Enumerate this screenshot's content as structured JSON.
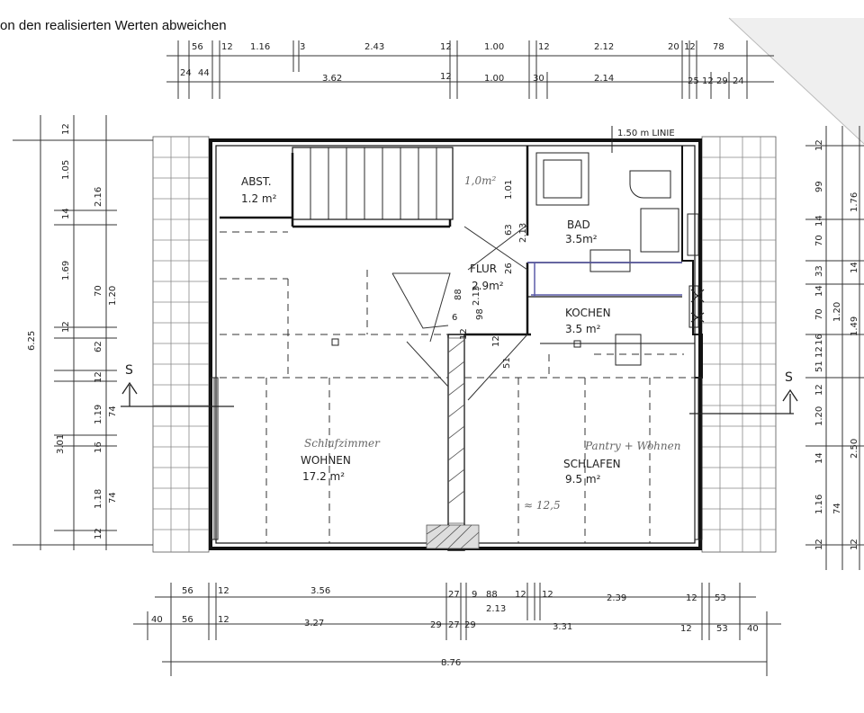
{
  "caption": "on den realisierten Werten abweichen",
  "note_line": "1.50 m LINIE",
  "section_mark": "S",
  "rooms": {
    "abst": {
      "name": "ABST.",
      "area": "1.2 m²"
    },
    "bad": {
      "name": "BAD",
      "area": "3.5m²"
    },
    "flur": {
      "name": "FLUR",
      "area": "2.9m²"
    },
    "kochen": {
      "name": "KOCHEN",
      "area": "3.5 m²"
    },
    "wohnen": {
      "name": "WOHNEN",
      "area": "17.2 m²"
    },
    "schlafen": {
      "name": "SCHLAFEN",
      "area": "9.5 m²"
    }
  },
  "handwritten": {
    "schlafzimmer": "Schlafzimmer",
    "pantry": "Pantry + Wohnen",
    "stair_area": "1,0m²",
    "approx": "≈ 12,5"
  },
  "dims": {
    "top1": [
      "56",
      "12",
      "1.16",
      "3",
      "2.43",
      "12",
      "1.00",
      "12",
      "2.12",
      "20",
      "12",
      "78"
    ],
    "top2": [
      "24",
      "44",
      "3.62",
      "12",
      "1.00",
      "30",
      "2.14",
      "25",
      "12",
      "29",
      "24"
    ],
    "bot1": [
      "56",
      "12",
      "3.56",
      "27",
      "9",
      "88",
      "12",
      "12",
      "2.39",
      "12",
      "53"
    ],
    "bot1b": "2.13",
    "bot2": [
      "40",
      "56",
      "12",
      "3.27",
      "29",
      "27",
      "29",
      "3.31",
      "12",
      "53",
      "40"
    ],
    "bot3": "8.76",
    "left1": [
      "12",
      "1.05",
      "14",
      "1.69",
      "12",
      "62",
      "12",
      "1.19",
      "16",
      "1.18",
      "12"
    ],
    "left2": [
      "2.16",
      "70",
      "1.20",
      "74",
      "74"
    ],
    "left3": [
      "6.25",
      "3.01"
    ],
    "right1": [
      "12",
      "99",
      "14",
      "70",
      "33",
      "14",
      "70",
      "16",
      "12",
      "51",
      "12",
      "1.20",
      "14",
      "1.16",
      "12"
    ],
    "right2": [
      "1.76",
      "14",
      "1.20",
      "1.49",
      "2.50",
      "74",
      "12"
    ],
    "inner": [
      "1.01",
      "63",
      "2.13",
      "26",
      "88",
      "2.13",
      "98",
      "12",
      "51",
      "6",
      "12"
    ]
  }
}
